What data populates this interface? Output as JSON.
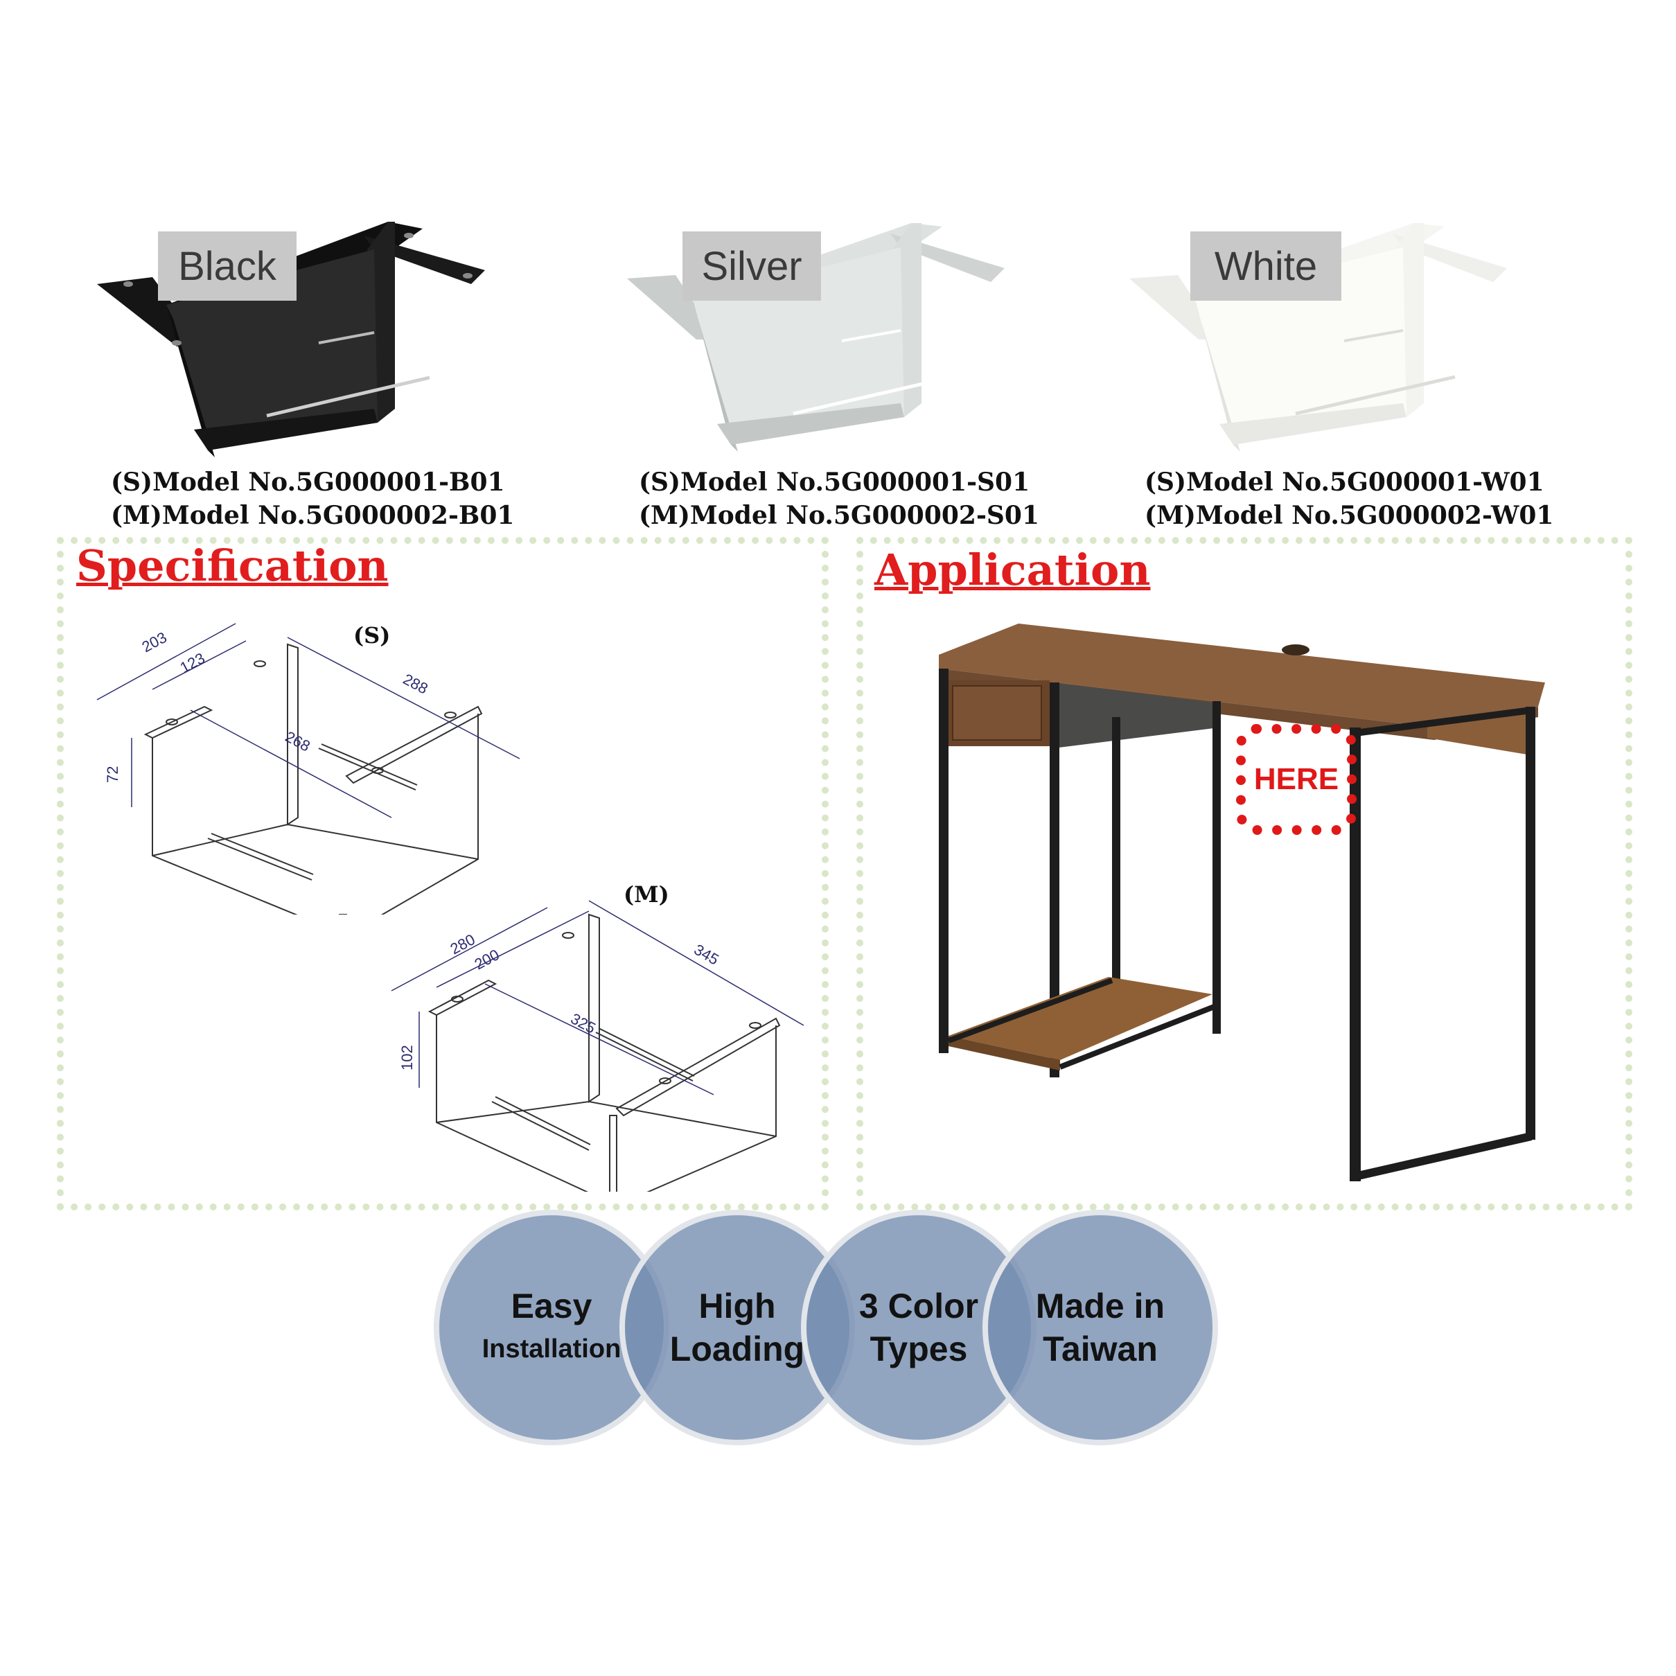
{
  "colors_section": {
    "variants": [
      {
        "label": "Black",
        "model_s": "(S)Model No.5G000001-B01",
        "model_m": "(M)Model No.5G000002-B01",
        "color": "#1c1c1c"
      },
      {
        "label": "Silver",
        "model_s": "(S)Model No.5G000001-S01",
        "model_m": "(M)Model No.5G000002-S01",
        "color": "#d4d8d6"
      },
      {
        "label": "White",
        "model_s": "(S)Model No.5G000001-W01",
        "model_m": "(M)Model No.5G000002-W01",
        "color": "#f4f4f2"
      }
    ]
  },
  "specification": {
    "title": "Specification",
    "small": {
      "label": "(S)",
      "dims": [
        "203",
        "123",
        "288",
        "268",
        "72"
      ]
    },
    "medium": {
      "label": "(M)",
      "dims": [
        "280",
        "200",
        "345",
        "325",
        "102"
      ]
    }
  },
  "application": {
    "title": "Application",
    "marker": "HERE"
  },
  "features": [
    {
      "line1": "Easy",
      "line2": "Installation"
    },
    {
      "line1": "High",
      "line2": "Loading"
    },
    {
      "line1": "3 Color",
      "line2": "Types"
    },
    {
      "line1": "Made in",
      "line2": "Taiwan"
    }
  ],
  "theme": {
    "accent_red": "#e11d1d",
    "circle_blue": "#728cb0",
    "panel_border": "#d9e6c8"
  }
}
